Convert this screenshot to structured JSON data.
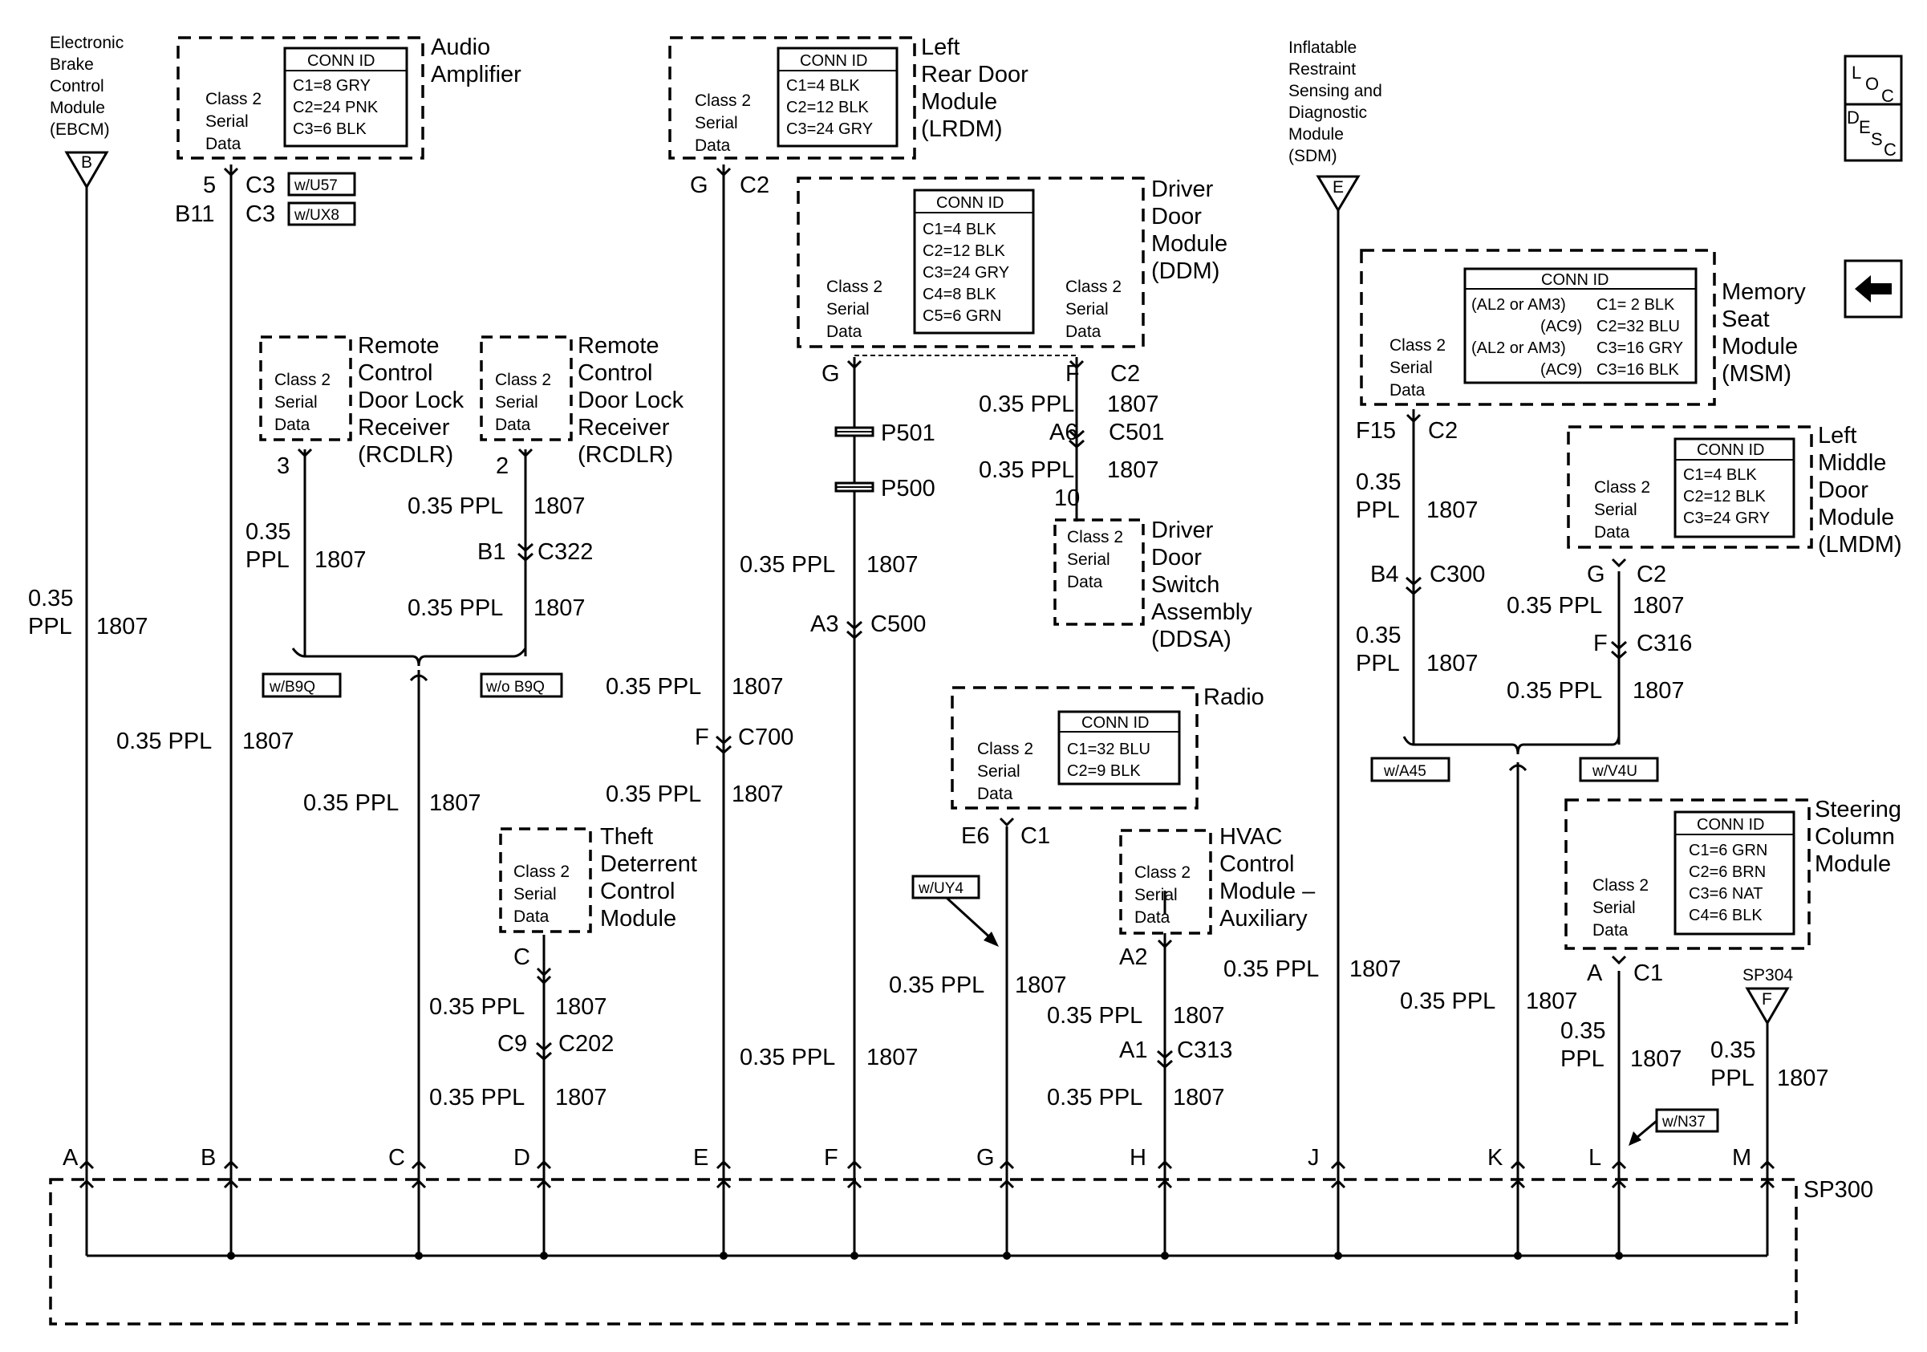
{
  "nav_icons": {
    "loc": [
      "L",
      "O",
      "C"
    ],
    "desc": [
      "D",
      "E",
      "S",
      "C"
    ],
    "back": "back-arrow"
  },
  "splice": "SP300",
  "spot": "SP304",
  "bottom_pins": [
    "A",
    "B",
    "C",
    "D",
    "E",
    "F",
    "G",
    "H",
    "J",
    "K",
    "L",
    "M"
  ],
  "wire": {
    "gauge": "0.35",
    "color": "PPL",
    "full": "0.35 PPL",
    "circuit": "1807"
  },
  "serial": {
    "l1": "Class 2",
    "l2": "Serial",
    "l3": "Data"
  },
  "conn_id": "CONN ID",
  "ebcm": {
    "label": [
      "Electronic",
      "Brake",
      "Control",
      "Module",
      "(EBCM)"
    ],
    "term": "B"
  },
  "sdm": {
    "label": [
      "Inflatable",
      "Restraint",
      "Sensing and",
      "Diagnostic",
      "Module",
      "(SDM)"
    ],
    "term": "E"
  },
  "amp": {
    "title": [
      "Audio",
      "Amplifier"
    ],
    "conn": [
      "C1=8 GRY",
      "C2=24 PNK",
      "C3=6 BLK"
    ],
    "pin1": "5",
    "conn1": "C3",
    "opt1": "w/U57",
    "pin2": "B11",
    "conn2": "C3",
    "opt2": "w/UX8"
  },
  "lrdm": {
    "title": [
      "Left",
      "Rear Door",
      "Module",
      "(LRDM)"
    ],
    "conn": [
      "C1=4 BLK",
      "C2=12 BLK",
      "C3=24 GRY"
    ],
    "pin": "G",
    "c": "C2",
    "c700": "C700",
    "c700pin": "F"
  },
  "ddm": {
    "title": [
      "Driver",
      "Door",
      "Module",
      "(DDM)"
    ],
    "conn": [
      "C1=4 BLK",
      "C2=12 BLK",
      "C3=24 GRY",
      "C4=8 BLK",
      "C5=6 GRN"
    ],
    "pinL": "G",
    "pinR": "F",
    "cR": "C2",
    "p501": "P501",
    "p500": "P500",
    "a3": "A3",
    "c500": "C500",
    "a6": "A6",
    "c501": "C501",
    "p10": "10"
  },
  "ddsa": {
    "title": [
      "Driver",
      "Door",
      "Switch",
      "Assembly",
      "(DDSA)"
    ]
  },
  "rcdlr1": {
    "title": [
      "Remote",
      "Control",
      "Door Lock",
      "Receiver",
      "(RCDLR)"
    ],
    "pin": "3"
  },
  "rcdlr2": {
    "title": [
      "Remote",
      "Control",
      "Door Lock",
      "Receiver",
      "(RCDLR)"
    ],
    "pin": "2",
    "b1": "B1",
    "c322": "C322"
  },
  "opt_b9q": "w/B9Q",
  "opt_nob9q": "w/o B9Q",
  "tdcm": {
    "title": [
      "Theft",
      "Deterrent",
      "Control",
      "Module"
    ],
    "pin": "C",
    "c9": "C9",
    "c202": "C202"
  },
  "radio": {
    "title": [
      "Radio"
    ],
    "conn": [
      "C1=32 BLU",
      "C2=9 BLK"
    ],
    "pin": "E6",
    "c": "C1",
    "opt": "w/UY4"
  },
  "hvac": {
    "title": [
      "HVAC",
      "Control",
      "Module –",
      "Auxiliary"
    ],
    "pin": "A2",
    "a1": "A1",
    "c313": "C313"
  },
  "msm": {
    "title": [
      "Memory",
      "Seat",
      "Module",
      "(MSM)"
    ],
    "conn": [
      [
        "(AL2 or AM3)",
        "C1= 2 BLK"
      ],
      [
        "(AC9)",
        "C2=32 BLU"
      ],
      [
        "(AL2 or AM3)",
        "C3=16 GRY"
      ],
      [
        "(AC9)",
        "C3=16 BLK"
      ]
    ],
    "pin": "F15",
    "c": "C2",
    "b4": "B4",
    "c300": "C300",
    "opt": "w/A45"
  },
  "lmdm": {
    "title": [
      "Left",
      "Middle",
      "Door",
      "Module",
      "(LMDM)"
    ],
    "conn": [
      "C1=4 BLK",
      "C2=12 BLK",
      "C3=24 GRY"
    ],
    "pin": "G",
    "c": "C2",
    "f": "F",
    "c316": "C316",
    "opt": "w/V4U"
  },
  "scm": {
    "title": [
      "Steering",
      "Column",
      "Module"
    ],
    "conn": [
      "C1=6 GRN",
      "C2=6 BRN",
      "C3=6 NAT",
      "C4=6 BLK"
    ],
    "pin": "A",
    "c": "C1",
    "opt": "w/N37"
  },
  "spot_term": "F"
}
